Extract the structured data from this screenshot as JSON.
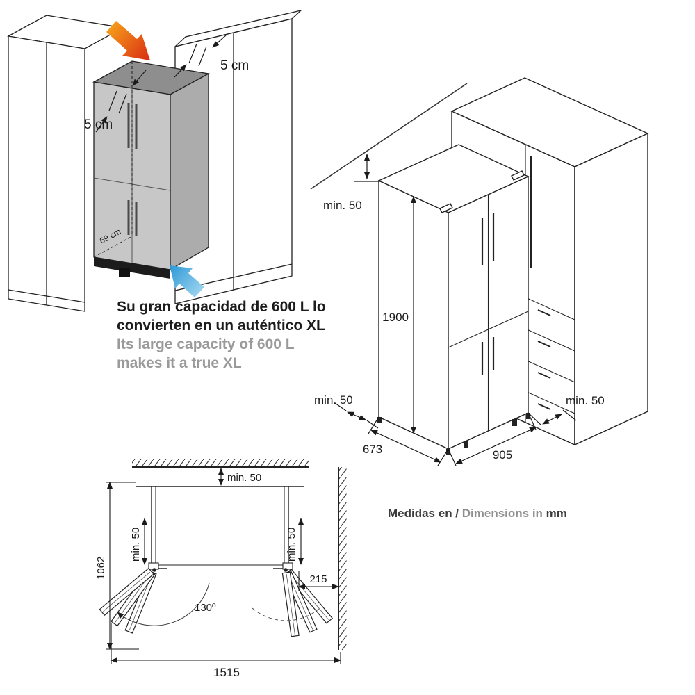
{
  "illustration": {
    "gap_top": "5 cm",
    "gap_side": "5 cm",
    "depth": "69 cm"
  },
  "caption": {
    "es1": "Su gran capacidad de 600 L lo",
    "es2": "convierten en un auténtico XL",
    "en1": "Its large capacity of 600 L",
    "en2": "makes it a true XL"
  },
  "installation": {
    "clearance_top": "min. 50",
    "height": "1900",
    "clearance_left": "min. 50",
    "clearance_right": "min. 50",
    "depth": "673",
    "width": "905"
  },
  "units": {
    "es": "Medidas en / ",
    "en": "Dimensions in ",
    "unit": "mm"
  },
  "plan": {
    "clearance_back": "min. 50",
    "clearance_left": "min. 50",
    "clearance_right": "min. 50",
    "open_depth": "1062",
    "door_angle": "130º",
    "wall_offset": "215",
    "open_width": "1515"
  },
  "colors": {
    "accent_warm": "#e2331b",
    "accent_cool": "#2e9ad6",
    "fridge_gray": "#c7c7c7",
    "muted_text": "#9a9a9a"
  }
}
